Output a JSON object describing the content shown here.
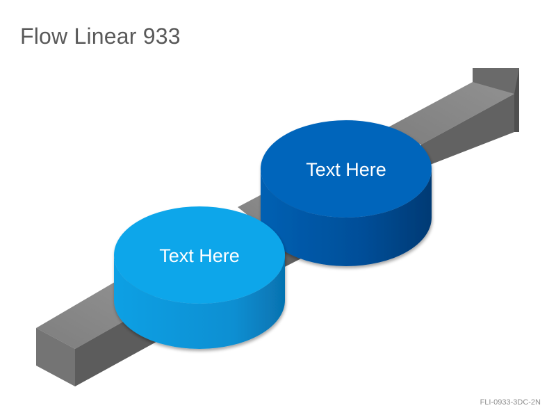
{
  "slide": {
    "title": "Flow Linear 933",
    "footer_code": "FLI-0933-3DC-2N"
  },
  "steps": [
    {
      "label": "Text Here",
      "color": "#10a6ea"
    },
    {
      "label": "Text Here",
      "color": "#0565bb"
    }
  ],
  "colors": {
    "arrow_top": "#8a8a8a",
    "arrow_side": "#5b5b5b",
    "arrow_front": "#707070",
    "light_disc_top": "#10a6ea",
    "light_disc_side": "#0a8fd0",
    "dark_disc_top": "#0565bb",
    "dark_disc_side": "#034b92"
  }
}
